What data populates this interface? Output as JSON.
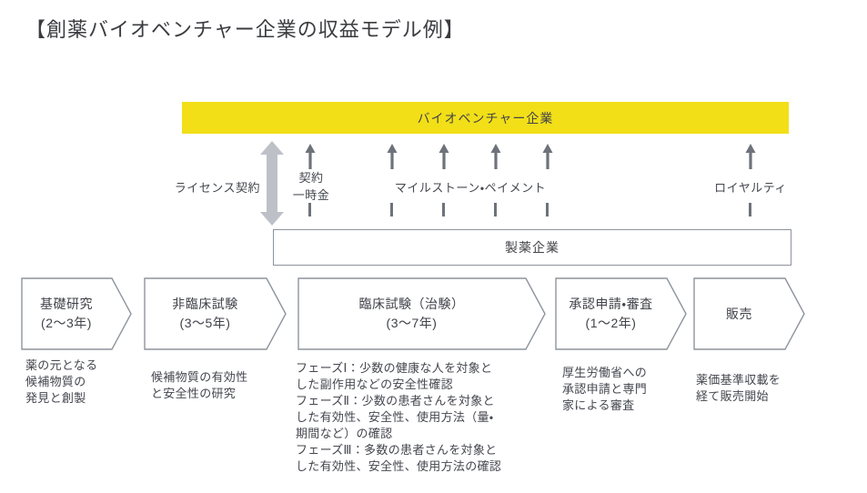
{
  "title": "【創薬バイオベンチャー企業の収益モデル例】",
  "colors": {
    "banner_yellow": "#F2DF18",
    "arrow_dark_gray": "#6e727a",
    "arrow_light_gray": "#BDC1C7",
    "border_gray": "#8e949c",
    "text": "#45474f"
  },
  "banner": {
    "label": "バイオベンチャー企業"
  },
  "license": {
    "label": "ライセンス契約"
  },
  "payments": {
    "upfront": {
      "label": "契約\n一時金"
    },
    "milestone": {
      "label": "マイルストーン・ペイメント"
    },
    "royalty": {
      "label": "ロイヤルティ"
    }
  },
  "pharma": {
    "label": "製薬企業"
  },
  "phases": [
    {
      "name": "基礎研究\n(2～3年)",
      "note": "薬の元となる\n候補物質の\n発見と創製"
    },
    {
      "name": "非臨床試験\n(3～5年)",
      "note": "候補物質の有効性\nと安全性の研究"
    },
    {
      "name": "臨床試験（治験）\n(3～7年)",
      "note": "フェーズⅠ：少数の健康な人を対象と\nした副作用などの安全性確認\nフェーズⅡ：少数の患者さんを対象と\nした有効性、安全性、使用方法（量・\n期間など）の確認\nフェーズⅢ：多数の患者さんを対象と\nした有効性、安全性、使用方法の確認"
    },
    {
      "name": "承認申請・審査\n(1～2年)",
      "note": "厚生労働省への\n承認申請と専門\n家による審査"
    },
    {
      "name": "販売",
      "note": "薬価基準収載を\n経て販売開始"
    }
  ]
}
